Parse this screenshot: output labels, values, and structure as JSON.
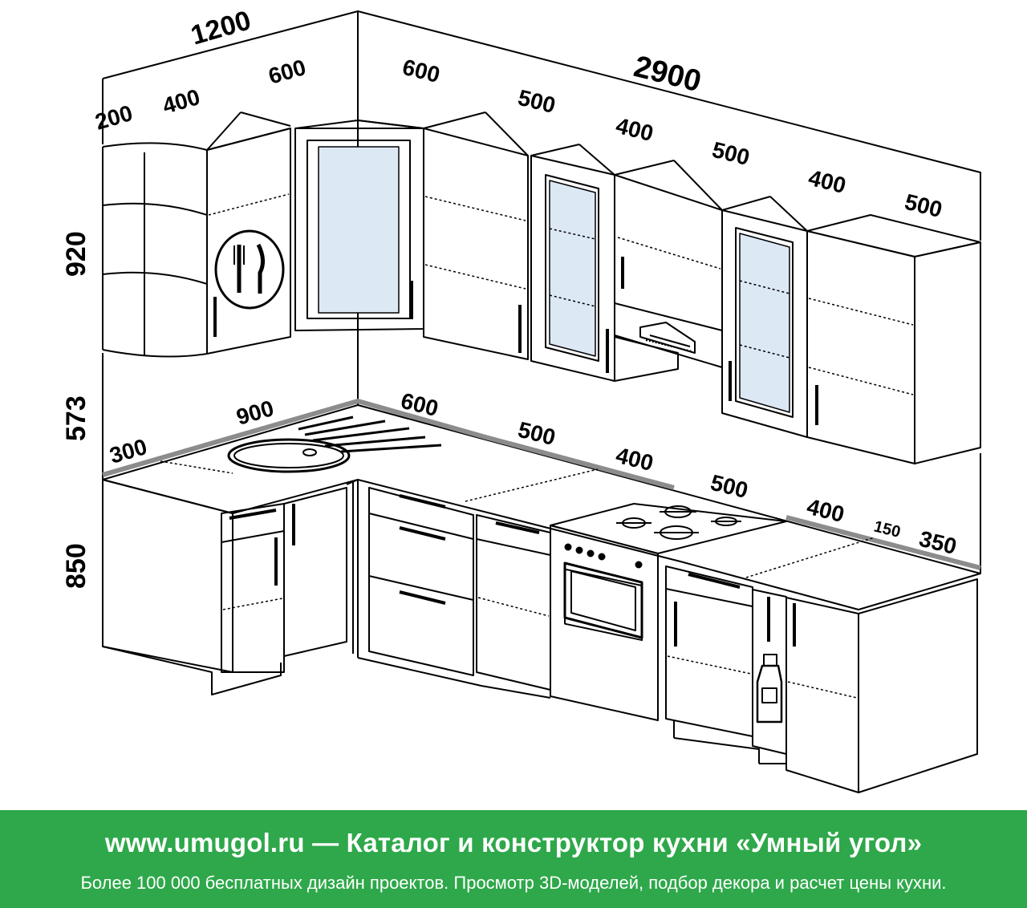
{
  "dimensions": {
    "left_total": "1200",
    "left_200": "200",
    "left_400": "400",
    "left_600": "600",
    "right_total": "2900",
    "upper_600": "600",
    "upper_500a": "500",
    "upper_400a": "400",
    "upper_500b": "500",
    "upper_400b": "400",
    "upper_500c": "500",
    "height_upper": "920",
    "height_gap": "573",
    "height_lower": "850",
    "counter_300": "300",
    "counter_900": "900",
    "counter_600": "600",
    "counter_500a": "500",
    "counter_400a": "400",
    "counter_500b": "500",
    "counter_400b": "400",
    "counter_150": "150",
    "counter_350": "350"
  },
  "icons": [
    "cutlery-icon",
    "range-hood-icon",
    "hob-burners-icon",
    "bottle-icon",
    "sink-icon"
  ],
  "colors": {
    "banner": "#2ea84a",
    "line": "#000000",
    "countertop_edge": "#8c8c8c"
  },
  "banner": {
    "title": "www.umugol.ru — Каталог и конструктор кухни «Умный угол»",
    "subtitle": "Более 100 000 бесплатных дизайн проектов. Просмотр 3D-моделей, подбор декора и расчет цены кухни."
  }
}
